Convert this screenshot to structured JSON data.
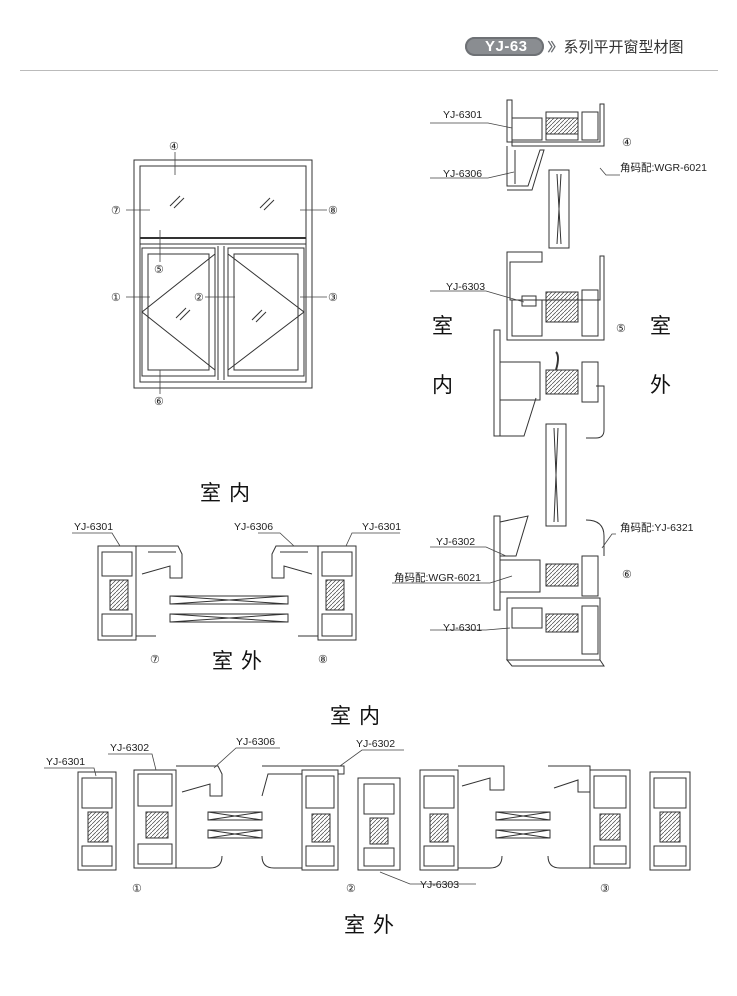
{
  "header": {
    "badge": "YJ-63",
    "chevron": "〉〉",
    "title": "系列平开窗型材图"
  },
  "labels": {
    "indoor": "室内",
    "outdoor": "室外",
    "indoor_v1": "室",
    "indoor_v2": "内",
    "outdoor_v1": "室",
    "outdoor_v2": "外",
    "indoor_s1": "室",
    "indoor_s2": "内",
    "outdoor_s1": "室",
    "outdoor_s2": "外"
  },
  "profiles": {
    "p6301": "YJ-6301",
    "p6302": "YJ-6302",
    "p6303": "YJ-6303",
    "p6306": "YJ-6306",
    "corner_wgr": "角码配:WGR-6021",
    "corner_yj": "角码配:YJ-6321"
  },
  "markers": [
    "①",
    "②",
    "③",
    "④",
    "⑤",
    "⑥",
    "⑦",
    "⑧"
  ]
}
